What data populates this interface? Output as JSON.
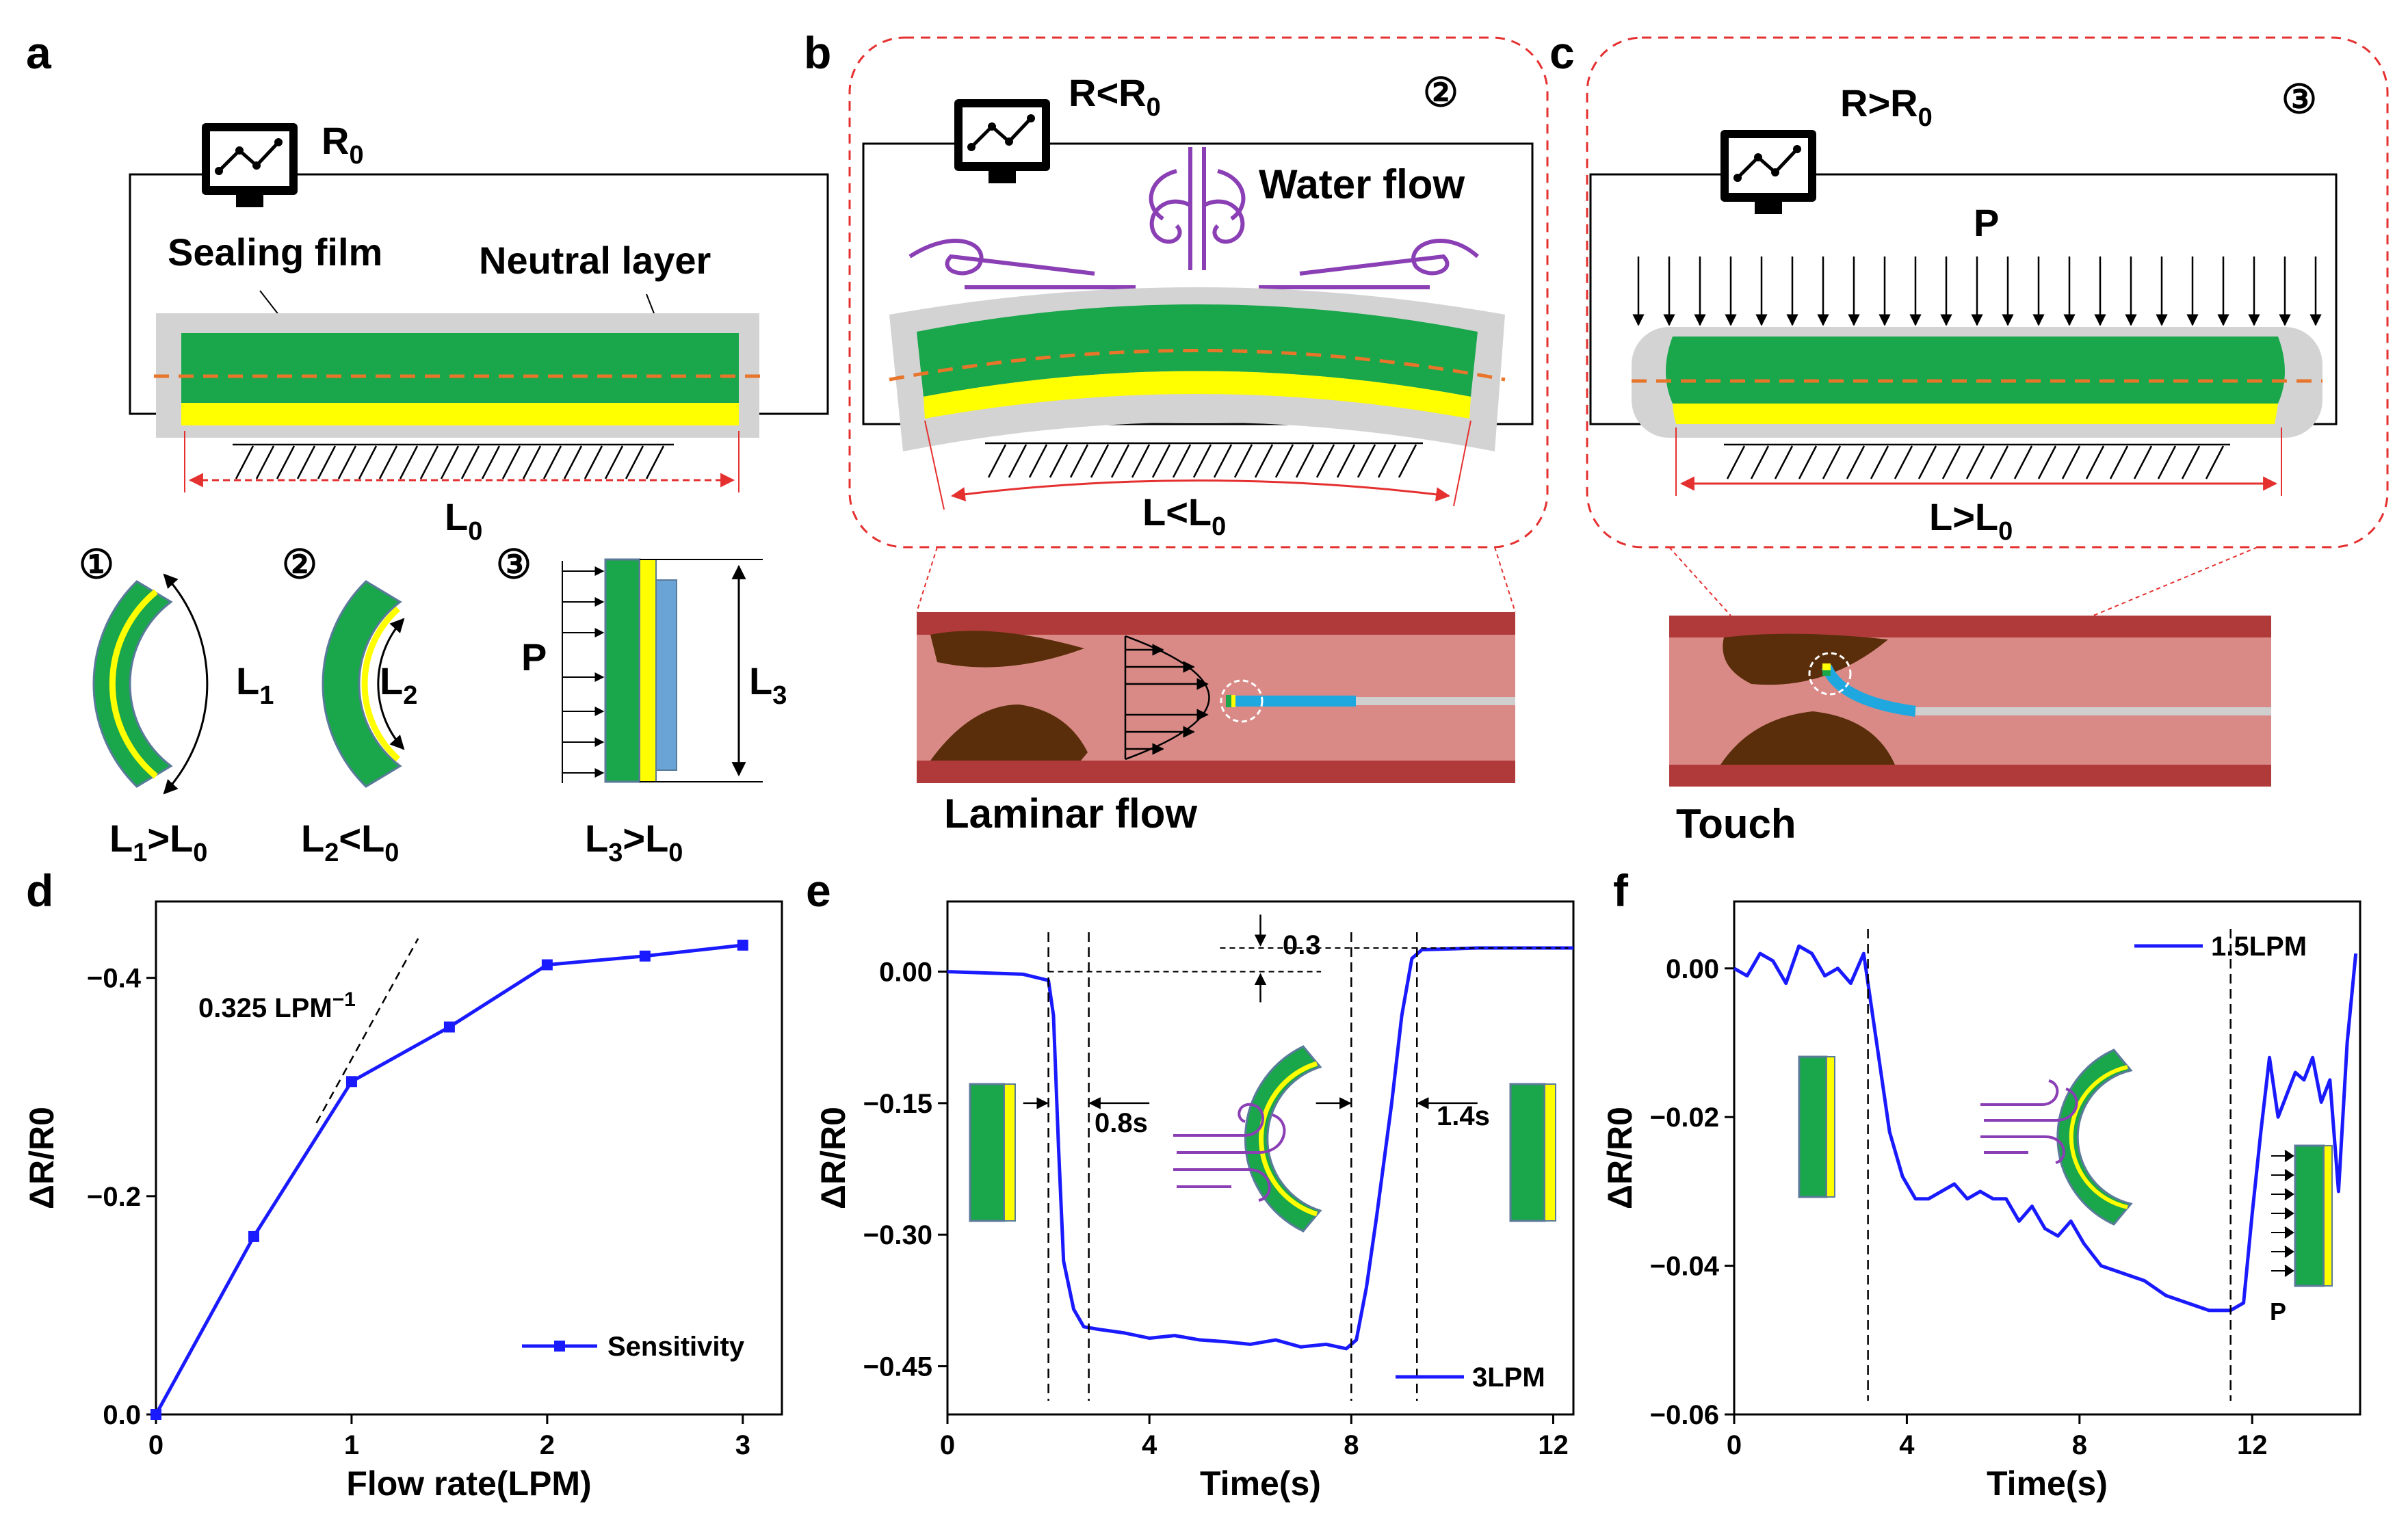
{
  "colors": {
    "green": "#1aa64b",
    "yellow": "#ffff00",
    "gray_film": "#d3d3d3",
    "orange_dash": "#e8752a",
    "series_blue": "#1a1aff",
    "vessel_wall": "#b03a3a",
    "vessel_inside": "#d98a86",
    "clot": "#5a2e0a",
    "probe_blue": "#1fa7e0",
    "flow_purple": "#8a3fb5",
    "zoom_red": "#e53030"
  },
  "panel_a": {
    "label": "a",
    "r0": "R",
    "r0_sub": "0",
    "sealing_film": "Sealing film",
    "neutral_layer": "Neutral layer",
    "l0": "L",
    "l0_sub": "0",
    "states": [
      {
        "num": "①",
        "len": "L",
        "len_sub": "1",
        "rel": "L",
        "rel_sub1": "1",
        "rel_op": ">L",
        "rel_sub2": "0"
      },
      {
        "num": "②",
        "len": "L",
        "len_sub": "2",
        "rel": "L",
        "rel_sub1": "2",
        "rel_op": "<L",
        "rel_sub2": "0"
      },
      {
        "num": "③",
        "len": "L",
        "len_sub": "3",
        "rel": "L",
        "rel_sub1": "3",
        "rel_op": ">L",
        "rel_sub2": "0",
        "pressure": "P"
      }
    ]
  },
  "panel_b": {
    "label": "b",
    "resistance": "R<R",
    "resistance_sub": "0",
    "num": "②",
    "water_flow": "Water flow",
    "length": "L<L",
    "length_sub": "0",
    "caption": "Laminar flow"
  },
  "panel_c": {
    "label": "c",
    "resistance": "R>R",
    "resistance_sub": "0",
    "num": "③",
    "pressure": "P",
    "length": "L>L",
    "length_sub": "0",
    "caption": "Touch"
  },
  "panel_d": {
    "label": "d",
    "slope_annotation": "0.325 LPM",
    "slope_exp": "−1"
  },
  "panel_e": {
    "label": "e",
    "rise_time": "0.8s",
    "fall_time": "1.4s",
    "offset": "0.3"
  },
  "panel_f": {
    "label": "f",
    "pressure": "P"
  },
  "chart_data": [
    {
      "type": "line",
      "panel": "d",
      "title": "",
      "xlabel": "Flow rate(LPM)",
      "ylabel": "ΔR/R0",
      "xlim": [
        0,
        3.2
      ],
      "ylim": [
        0,
        -0.47
      ],
      "y_inverted": true,
      "xticks": [
        0,
        1,
        2,
        3
      ],
      "yticks": [
        0.0,
        -0.2,
        -0.4
      ],
      "yticklabels": [
        "0.0",
        "−0.2",
        "−0.4"
      ],
      "series": [
        {
          "name": "Sensitivity",
          "x": [
            0,
            0.5,
            1,
            1.5,
            2,
            2.5,
            3
          ],
          "y": [
            0,
            -0.163,
            -0.305,
            -0.355,
            -0.412,
            -0.42,
            -0.43
          ]
        }
      ],
      "legend": "bottom-right",
      "annotation_line": {
        "x": [
          0.82,
          1.34
        ],
        "y": [
          -0.267,
          -0.436
        ]
      }
    },
    {
      "type": "line",
      "panel": "e",
      "title": "",
      "xlabel": "Time(s)",
      "ylabel": "ΔR/R0",
      "xlim": [
        0,
        12.4
      ],
      "ylim": [
        -0.505,
        0.08
      ],
      "xticks": [
        0,
        4,
        8,
        12
      ],
      "yticks": [
        0.0,
        -0.15,
        -0.3,
        -0.45
      ],
      "yticklabels": [
        "0.00",
        "−0.15",
        "−0.30",
        "−0.45"
      ],
      "series": [
        {
          "name": "3LPM",
          "x": [
            0,
            1.5,
            2.0,
            2.1,
            2.2,
            2.3,
            2.5,
            2.7,
            3.0,
            3.5,
            4.0,
            4.5,
            5.0,
            5.5,
            6.0,
            6.5,
            7.0,
            7.5,
            7.9,
            8.1,
            8.3,
            8.5,
            8.8,
            9.0,
            9.2,
            9.4,
            10.0,
            10.5,
            11.0,
            12.4
          ],
          "y": [
            0.0,
            -0.003,
            -0.01,
            -0.05,
            -0.2,
            -0.33,
            -0.385,
            -0.405,
            -0.408,
            -0.412,
            -0.418,
            -0.415,
            -0.42,
            -0.422,
            -0.425,
            -0.42,
            -0.428,
            -0.425,
            -0.43,
            -0.42,
            -0.36,
            -0.28,
            -0.15,
            -0.05,
            0.015,
            0.025,
            0.026,
            0.027,
            0.027,
            0.027
          ]
        }
      ],
      "legend": "bottom-right"
    },
    {
      "type": "line",
      "panel": "f",
      "title": "",
      "xlabel": "Time(s)",
      "ylabel": "ΔR/R0",
      "xlim": [
        0,
        14.5
      ],
      "ylim": [
        -0.06,
        0.009
      ],
      "xticks": [
        0,
        4,
        8,
        12
      ],
      "yticks": [
        0.0,
        -0.02,
        -0.04,
        -0.06
      ],
      "yticklabels": [
        "0.00",
        "−0.02",
        "−0.04",
        "−0.06"
      ],
      "series": [
        {
          "name": "1.5LPM",
          "x": [
            0,
            0.3,
            0.6,
            0.9,
            1.2,
            1.5,
            1.8,
            2.1,
            2.4,
            2.7,
            3.0,
            3.3,
            3.6,
            3.9,
            4.2,
            4.5,
            4.8,
            5.1,
            5.4,
            5.7,
            6.0,
            6.3,
            6.6,
            6.9,
            7.2,
            7.5,
            7.8,
            8.1,
            8.5,
            9.0,
            9.5,
            10.0,
            10.5,
            11.0,
            11.5,
            11.8,
            12.0,
            12.2,
            12.4,
            12.6,
            12.8,
            13.0,
            13.2,
            13.4,
            13.6,
            13.8,
            14.0,
            14.2,
            14.4
          ],
          "y": [
            0.0,
            -0.001,
            0.002,
            0.001,
            -0.002,
            0.003,
            0.002,
            -0.001,
            0.0,
            -0.002,
            0.002,
            -0.01,
            -0.022,
            -0.028,
            -0.031,
            -0.031,
            -0.03,
            -0.029,
            -0.031,
            -0.03,
            -0.031,
            -0.031,
            -0.034,
            -0.032,
            -0.035,
            -0.036,
            -0.034,
            -0.037,
            -0.04,
            -0.041,
            -0.042,
            -0.044,
            -0.045,
            -0.046,
            -0.046,
            -0.045,
            -0.033,
            -0.022,
            -0.012,
            -0.02,
            -0.017,
            -0.014,
            -0.015,
            -0.012,
            -0.018,
            -0.015,
            -0.03,
            -0.01,
            0.002
          ]
        }
      ],
      "legend": "top-right"
    }
  ]
}
